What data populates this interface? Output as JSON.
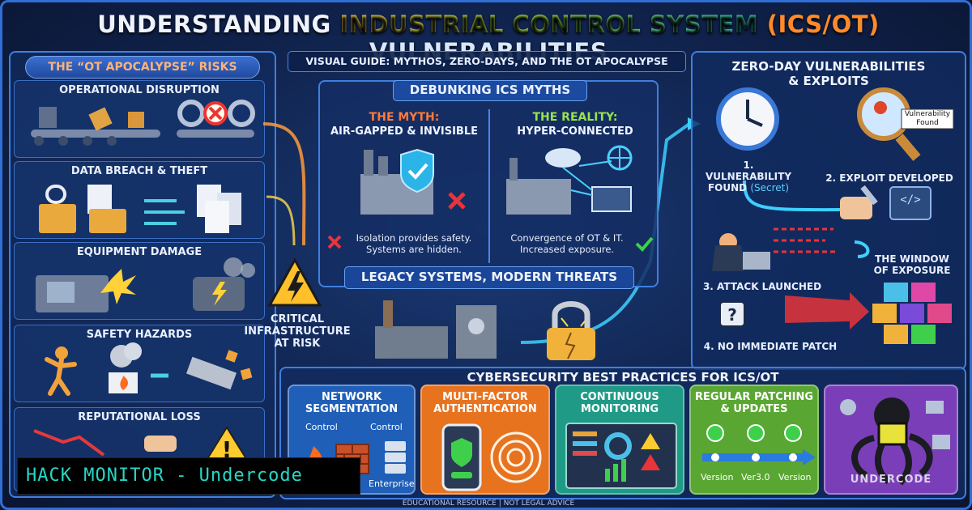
{
  "header": {
    "title_part1": "UNDERSTANDING ",
    "title_part2": "INDUSTRIAL CONTROL SYSTEM",
    "title_part3": " (ICS/OT)",
    "title_part4": " VULNERABILITIES",
    "subtitle": "VISUAL GUIDE: MYTHOS, ZERO-DAYS, AND THE OT APOCALYPSE"
  },
  "risks": {
    "heading": "THE “OT APOCALYPSE” RISKS",
    "items": [
      {
        "label": "OPERATIONAL DISRUPTION"
      },
      {
        "label": "DATA BREACH & THEFT"
      },
      {
        "label": "EQUIPMENT DAMAGE"
      },
      {
        "label": "SAFETY HAZARDS"
      },
      {
        "label": "REPUTATIONAL LOSS"
      }
    ]
  },
  "critical": {
    "label_line1": "CRITICAL",
    "label_line2": "INFRASTRUCTURE",
    "label_line3": "AT RISK"
  },
  "myths": {
    "heading": "DEBUNKING ICS MYTHS",
    "myth_title": "THE MYTH:",
    "myth_sub": "AIR-GAPPED & INVISIBLE",
    "myth_caption_1": "Isolation provides safety.",
    "myth_caption_2": "Systems are hidden.",
    "reality_title": "THE REALITY:",
    "reality_sub": "HYPER-CONNECTED",
    "reality_caption_1": "Convergence of OT & IT.",
    "reality_caption_2": "Increased exposure."
  },
  "legacy": {
    "label": "LEGACY SYSTEMS, MODERN THREATS"
  },
  "zeroday": {
    "heading_1": "ZERO-DAY VULNERABILITIES",
    "heading_2": "& EXPLOITS",
    "vuln_tag_1": "Vulnerability",
    "vuln_tag_2": "Found",
    "step1_a": "1. VULNERABILITY",
    "step1_b": "FOUND",
    "step1_c": "(Secret)",
    "step2": "2. EXPLOIT DEVELOPED",
    "step3": "3. ATTACK LAUNCHED",
    "step4": "4. NO IMMEDIATE PATCH",
    "window_1": "THE WINDOW",
    "window_2": "OF EXPOSURE",
    "code_glyph": "</>",
    "question": "?"
  },
  "practices": {
    "heading": "CYBERSECURITY BEST PRACTICES FOR ICS/OT",
    "items": [
      {
        "title_1": "NETWORK",
        "title_2": "SEGMENTATION",
        "color": "#1f5fb8"
      },
      {
        "title_1": "MULTI-FACTOR",
        "title_2": "AUTHENTICATION",
        "color": "#e8731f"
      },
      {
        "title_1": "CONTINUOUS",
        "title_2": "MONITORING",
        "color": "#1e9a86"
      },
      {
        "title_1": "REGULAR PATCHING",
        "title_2": "& UPDATES",
        "color": "#5aa633"
      },
      {
        "title_1": "",
        "title_2": "",
        "color": "#7a3fb8"
      }
    ],
    "seg_control_1": "Control",
    "seg_control_2": "Control",
    "seg_enterprise": "Enterprise",
    "patch_v1": "Version",
    "patch_v2": "Ver3.0",
    "patch_v3": "Version"
  },
  "brand": {
    "banner": "HACK MONITOR - Undercode",
    "logo": "UNDERCODE"
  },
  "footer": {
    "note": "EDUCATIONAL RESOURCE | NOT LEGAL ADVICE"
  }
}
